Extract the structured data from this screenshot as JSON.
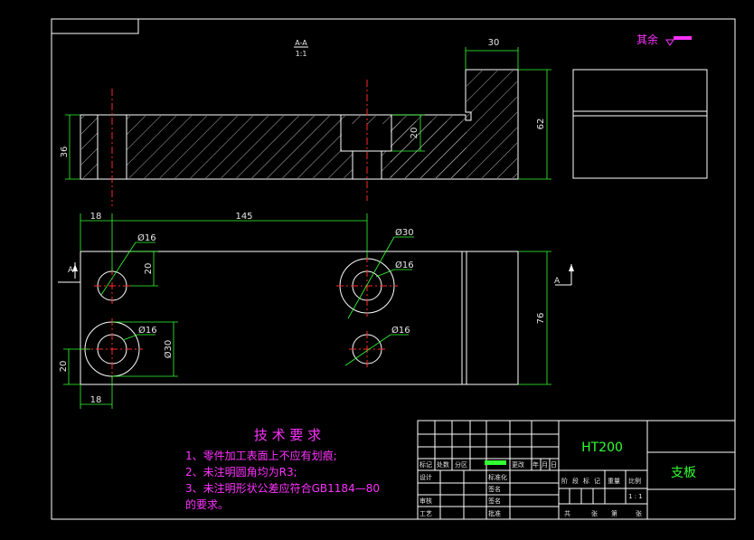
{
  "section_label": {
    "top": "A-A",
    "bottom": "1:1"
  },
  "roughness_note": "其余",
  "dimensions": {
    "width_30": "30",
    "height_62": "62",
    "height_36": "36",
    "depth_20": "20",
    "left_18_top": "18",
    "span_145": "145",
    "dia_16_a": "Ø16",
    "dia_30_a": "Ø30",
    "dia_16_b": "Ø16",
    "height_20_top": "20",
    "dia_16_c": "Ø16",
    "dia_30_b": "Ø30",
    "dia_16_d": "Ø16",
    "height_76": "76",
    "height_20_bottom": "20",
    "left_18_bottom": "18"
  },
  "view_markers": {
    "left": "A",
    "right": "A"
  },
  "tech_requirements": {
    "title": "技 术 要 求",
    "lines": [
      "1、零件加工表面上不应有划痕;",
      "2、未注明圆角均为R3;",
      "3、未注明形状公差应符合GB1184—80",
      "的要求。"
    ]
  },
  "title_block": {
    "material": "HT200",
    "part_name": "支板",
    "row_labels_left": [
      "标记",
      "处数",
      "分区"
    ],
    "row_labels_mid": [
      "更改",
      "年",
      "月",
      "日"
    ],
    "design": "设计",
    "standardize": "标准化",
    "review": "审核",
    "process": "工艺",
    "approve": "批准",
    "sign1": "签名",
    "sign2": "签名",
    "stage_labels": [
      "阶",
      "段",
      "标",
      "记"
    ],
    "weight": "重量",
    "scale": "比例",
    "scale_value": "1 : 1",
    "sheet_labels": [
      "共",
      "张",
      "第",
      "张"
    ]
  }
}
